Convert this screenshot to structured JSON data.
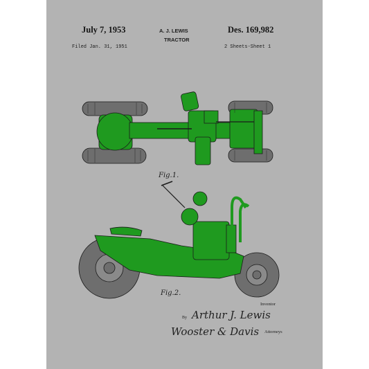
{
  "patent": {
    "date": "July 7, 1953",
    "inventor_name": "A. J. LEWIS",
    "patent_number": "Des. 169,982",
    "title": "TRACTOR",
    "filed": "Filed Jan. 31, 1951",
    "sheets": "2 Sheets-Sheet 1"
  },
  "figures": {
    "fig1_label": "Fig.1.",
    "fig2_label": "Fig.2."
  },
  "signatures": {
    "inventor_caption": "Inventor",
    "by": "By",
    "inventor_signature": "Arthur J. Lewis",
    "attorney_signature": "Wooster & Davis",
    "attorneys_caption": "Attorneys"
  },
  "colors": {
    "background": "#b3b3b3",
    "accent_green": "#1f9a1f",
    "tire_gray": "#6e6e6e",
    "ink": "#151515"
  }
}
